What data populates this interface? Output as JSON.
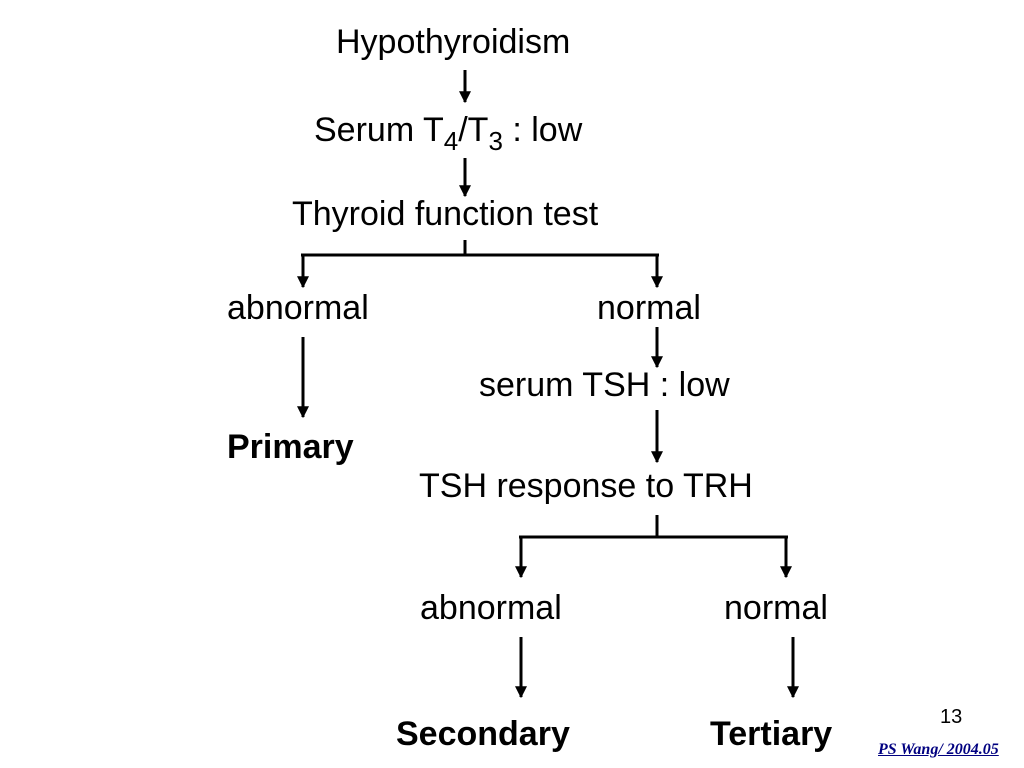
{
  "diagram": {
    "root": "Hypothyroidism",
    "serum_t4t3": {
      "prefix": "Serum T",
      "sub1": "4",
      "mid": "/T",
      "sub2": "3",
      "suffix": " : low"
    },
    "thyroid_function_test": "Thyroid function test",
    "tft_abnormal": "abnormal",
    "tft_normal": "normal",
    "primary": "Primary",
    "serum_tsh": "serum TSH : low",
    "tsh_response": "TSH response to TRH",
    "trh_abnormal": "abnormal",
    "trh_normal": "normal",
    "secondary": "Secondary",
    "tertiary": "Tertiary"
  },
  "footer": {
    "slide_number": "13",
    "credit": "PS Wang/ 2004.05"
  },
  "colors": {
    "text": "#000000",
    "credit": "#000080",
    "background": "#ffffff"
  }
}
